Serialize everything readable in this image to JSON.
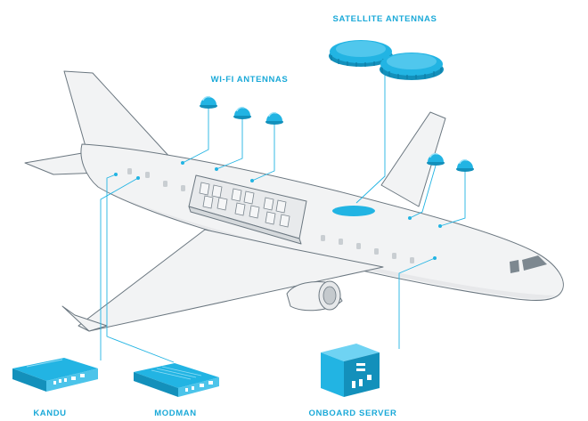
{
  "labels": {
    "satellite_antennas": "SATELLITE ANTENNAS",
    "wifi_antennas": "WI-FI ANTENNAS",
    "kandu": "KANDU",
    "modman": "MODMAN",
    "onboard_server": "ONBOARD SERVER"
  },
  "colors": {
    "accent": "#22b4e3",
    "accent_dark": "#1390bb",
    "airframe": "#f2f3f4",
    "outline": "#6b7780"
  },
  "icons": {
    "wifi_antenna": "dome-antenna-icon",
    "satellite_antenna": "dish-antenna-icon",
    "kandu": "router-device-icon",
    "modman": "modem-device-icon",
    "server": "server-box-icon"
  }
}
